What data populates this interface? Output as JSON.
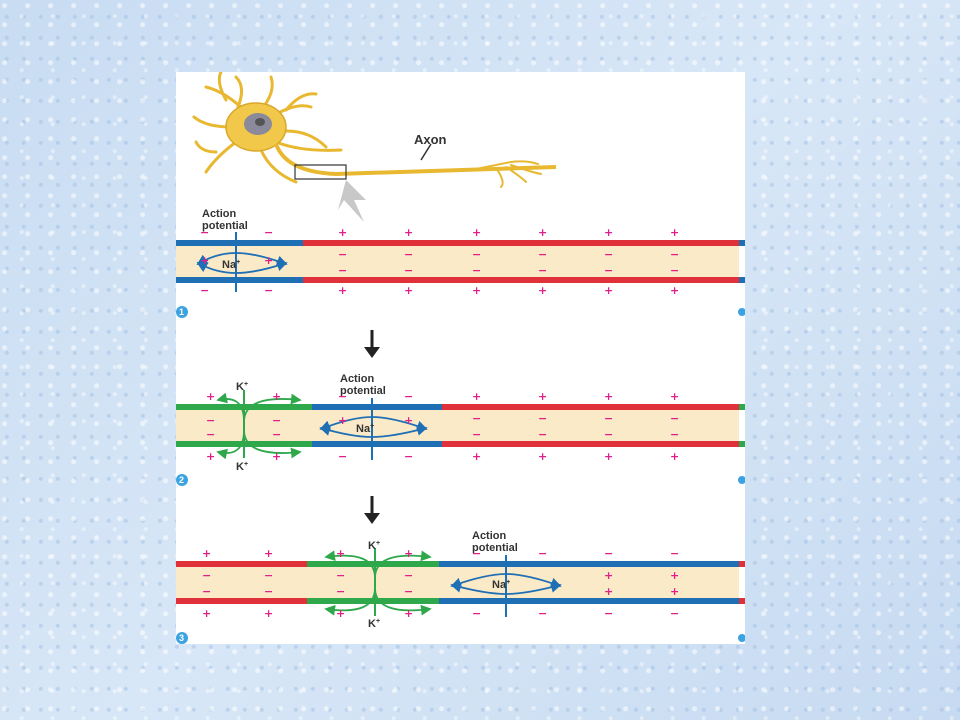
{
  "labels": {
    "axon": "Axon",
    "action_potential_line1": "Action",
    "action_potential_line2": "potential",
    "na": "Na",
    "k": "K",
    "ion_charge": "+"
  },
  "steps": [
    "1",
    "2",
    "3"
  ],
  "colors": {
    "depolarized": "#1f6fb5",
    "repolarizing": "#2ea84a",
    "resting": "#e0303a",
    "cytoplasm": "#fbeac8",
    "charge": "#e0208a",
    "neuron": "#f2c84b",
    "background": "#cfe1f5"
  },
  "icons": [
    "down-arrow-icon",
    "magnify-pointer-icon"
  ]
}
